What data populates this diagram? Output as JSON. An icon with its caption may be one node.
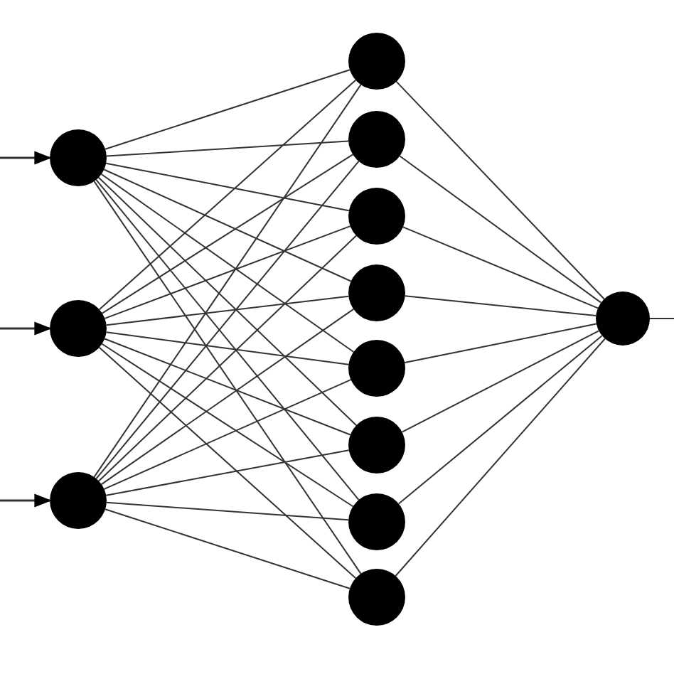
{
  "diagram": {
    "nodes": [
      {
        "text": [],
        "shape": "circle"
      },
      {
        "text": [],
        "shape": "circle"
      },
      {
        "text": [],
        "shape": "circle"
      },
      {
        "text": [],
        "shape": "circle"
      },
      {
        "text": [],
        "shape": "circle"
      },
      {
        "text": [],
        "shape": "circle"
      },
      {
        "text": [],
        "shape": "circle"
      },
      {
        "text": [],
        "shape": "circle"
      },
      {
        "text": [],
        "shape": "circle"
      },
      {
        "text": [],
        "shape": "circle"
      },
      {
        "text": [],
        "shape": "circle"
      },
      {
        "text": [],
        "shape": "circle"
      }
    ],
    "edges": [
      {
        "from": null,
        "to": 0,
        "arrow": "to"
      },
      {
        "from": null,
        "to": 1,
        "arrow": "to"
      },
      {
        "from": null,
        "to": 2,
        "arrow": "to"
      },
      {
        "from": 0,
        "to": 3,
        "arrow": "none"
      },
      {
        "from": 0,
        "to": 4,
        "arrow": "none"
      },
      {
        "from": 0,
        "to": 5,
        "arrow": "none"
      },
      {
        "from": 0,
        "to": 6,
        "arrow": "none"
      },
      {
        "from": 0,
        "to": 7,
        "arrow": "none"
      },
      {
        "from": 0,
        "to": 8,
        "arrow": "none"
      },
      {
        "from": 0,
        "to": 9,
        "arrow": "none"
      },
      {
        "from": 0,
        "to": 10,
        "arrow": "none"
      },
      {
        "from": 1,
        "to": 3,
        "arrow": "none"
      },
      {
        "from": 1,
        "to": 4,
        "arrow": "none"
      },
      {
        "from": 1,
        "to": 5,
        "arrow": "none"
      },
      {
        "from": 1,
        "to": 6,
        "arrow": "none"
      },
      {
        "from": 1,
        "to": 7,
        "arrow": "none"
      },
      {
        "from": 1,
        "to": 8,
        "arrow": "none"
      },
      {
        "from": 1,
        "to": 9,
        "arrow": "none"
      },
      {
        "from": 1,
        "to": 10,
        "arrow": "none"
      },
      {
        "from": 2,
        "to": 3,
        "arrow": "none"
      },
      {
        "from": 2,
        "to": 4,
        "arrow": "none"
      },
      {
        "from": 2,
        "to": 5,
        "arrow": "none"
      },
      {
        "from": 2,
        "to": 6,
        "arrow": "none"
      },
      {
        "from": 2,
        "to": 7,
        "arrow": "none"
      },
      {
        "from": 2,
        "to": 8,
        "arrow": "none"
      },
      {
        "from": 2,
        "to": 9,
        "arrow": "none"
      },
      {
        "from": 2,
        "to": 10,
        "arrow": "none"
      },
      {
        "from": 3,
        "to": 11,
        "arrow": "none"
      },
      {
        "from": 4,
        "to": 11,
        "arrow": "none"
      },
      {
        "from": 5,
        "to": 11,
        "arrow": "none"
      },
      {
        "from": 6,
        "to": 11,
        "arrow": "none"
      },
      {
        "from": 7,
        "to": 11,
        "arrow": "none"
      },
      {
        "from": 8,
        "to": 11,
        "arrow": "none"
      },
      {
        "from": 9,
        "to": 11,
        "arrow": "none"
      },
      {
        "from": 10,
        "to": 11,
        "arrow": "none"
      },
      {
        "from": 11,
        "to": null,
        "arrow": "none"
      }
    ]
  }
}
